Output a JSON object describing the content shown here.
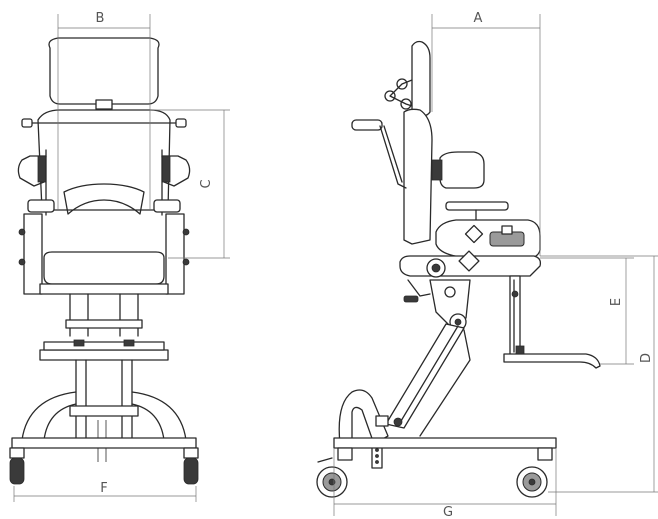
{
  "diagram": {
    "dimension_labels": {
      "a": "A",
      "b": "B",
      "c": "C",
      "d": "D",
      "e": "E",
      "f": "F",
      "g": "G"
    }
  },
  "colors": {
    "line": "#2a2a2a",
    "dimension": "#777777",
    "label": "#555555",
    "background": "#ffffff"
  }
}
